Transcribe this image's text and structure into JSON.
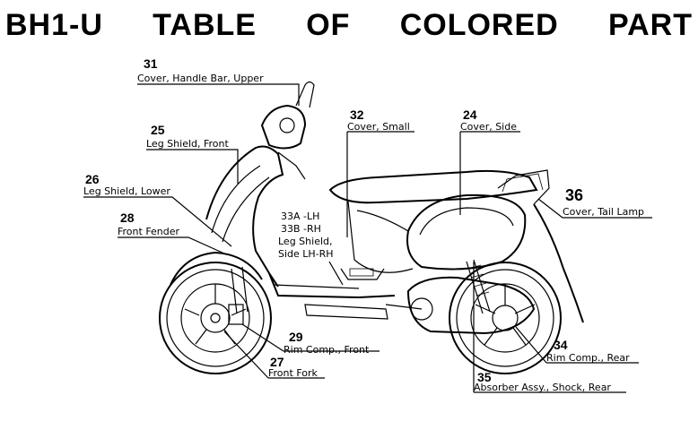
{
  "title_words": [
    "BH1-U",
    "TABLE",
    "OF",
    "COLORED",
    "PART"
  ],
  "parts": [
    {
      "num": "31",
      "label": "Cover, Handle Bar, Upper"
    },
    {
      "num": "25",
      "label": "Leg Shield, Front"
    },
    {
      "num": "26",
      "label": "Leg Shield, Lower"
    },
    {
      "num": "28",
      "label": "Front Fender"
    },
    {
      "num": "32",
      "label": "Cover, Small"
    },
    {
      "num": "24",
      "label": "Cover, Side"
    },
    {
      "num": "36",
      "label": "Cover, Tail Lamp"
    },
    {
      "num": "29",
      "label": "Rim Comp., Front"
    },
    {
      "num": "27",
      "label": "Front Fork"
    },
    {
      "num": "34",
      "label": "Rim Comp., Rear"
    },
    {
      "num": "35",
      "label": "Absorber Assy., Shock, Rear"
    }
  ],
  "side_shield": {
    "line1": "33A  -LH",
    "line2": "33B  -RH",
    "line3": "Leg Shield,",
    "line4": "Side LH-RH"
  }
}
